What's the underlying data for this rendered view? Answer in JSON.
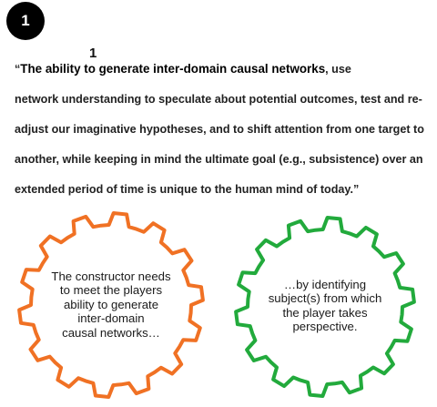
{
  "badge": {
    "number": "1"
  },
  "footnote_marker": "1",
  "quote": {
    "open_quote": "“",
    "lead": "The ability to generate inter-domain causal networks",
    "line1_rest": ", use",
    "lines": [
      "network understanding to speculate about potential outcomes, test and re-",
      "adjust our imaginative hypotheses, and to shift attention from one target to",
      "another, while keeping in mind the ultimate goal (e.g., subsistence) over an",
      "extended period of time is unique to the human mind of today.”"
    ]
  },
  "gear_left": {
    "color": "#f07124",
    "lines": [
      "The constructor needs",
      "to meet the players",
      "ability to generate",
      "inter-domain",
      "causal networks…"
    ]
  },
  "gear_right": {
    "color": "#22aa3c",
    "lines": [
      "…by identifying",
      "subject(s) from which",
      "the player takes",
      "perspective."
    ]
  }
}
